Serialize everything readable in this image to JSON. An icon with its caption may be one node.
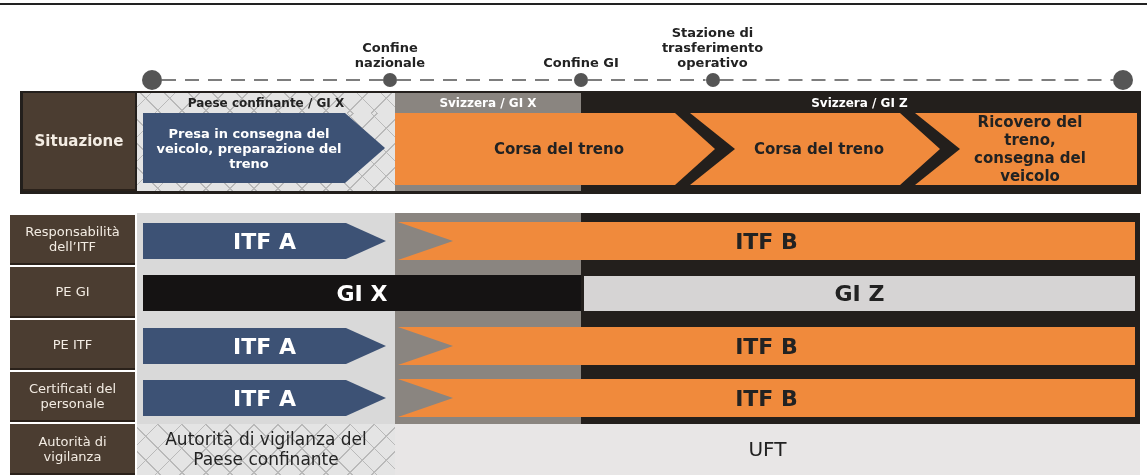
{
  "diagram": {
    "nodes": [
      {
        "text": [],
        "shape": "circle"
      },
      {
        "text": [
          "Confine nazionale"
        ]
      },
      {
        "text": [
          "Confine GI"
        ]
      },
      {
        "text": [
          "Stazione di trasferimento operativo"
        ]
      },
      {
        "text": [],
        "shape": "circle"
      },
      {
        "text": [
          "Situazione"
        ]
      },
      {
        "text": [
          "Paese confinante / GI X"
        ]
      },
      {
        "text": [
          "Presa in consegna del veicolo, preparazione del treno"
        ]
      },
      {
        "text": [
          "Svizzera / GI X"
        ]
      },
      {
        "text": [
          "Corsa del treno"
        ]
      },
      {
        "text": [
          "Svizzera / GI Z"
        ]
      },
      {
        "text": [
          "Corsa del treno"
        ]
      },
      {
        "text": [
          "Ricovero del treno, consegna del veicolo"
        ]
      },
      {
        "text": [
          "Responsabilità dell’ITF"
        ]
      },
      {
        "text": [
          "ITF A"
        ]
      },
      {
        "text": [
          "ITF B"
        ]
      },
      {
        "text": [
          "PE GI"
        ]
      },
      {
        "text": [
          "GI X"
        ]
      },
      {
        "text": [
          "GI Z"
        ]
      },
      {
        "text": [
          "PE ITF"
        ]
      },
      {
        "text": [
          "ITF A"
        ]
      },
      {
        "text": [
          "ITF B"
        ]
      },
      {
        "text": [
          "Certificati del personale"
        ]
      },
      {
        "text": [
          "ITF A"
        ]
      },
      {
        "text": [
          "ITF B"
        ]
      },
      {
        "text": [
          "Autorità di vigilanza"
        ]
      },
      {
        "text": [
          "Autorità di vigilanza del Paese confinante"
        ]
      },
      {
        "text": [
          "UFT"
        ]
      }
    ],
    "edges": [
      {
        "from": 0,
        "to": 1,
        "arrow": "none",
        "style": "dashed"
      },
      {
        "from": 1,
        "to": 2,
        "arrow": "none",
        "style": "dashed"
      },
      {
        "from": 2,
        "to": 3,
        "arrow": "none",
        "style": "dashed"
      },
      {
        "from": 3,
        "to": 4,
        "arrow": "none",
        "style": "dashed"
      }
    ]
  }
}
